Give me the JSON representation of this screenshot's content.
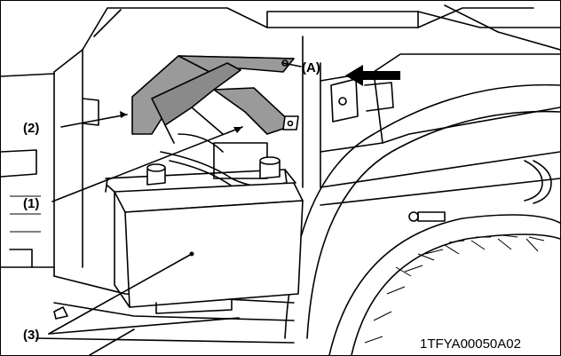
{
  "labels": {
    "a": "(A)",
    "one": "(1)",
    "two": "(2)",
    "three": "(3)"
  },
  "figure_code": "1TFYA00050A02",
  "colors": {
    "line": "#000000",
    "shade": "#9a9a9a",
    "background": "#ffffff"
  }
}
